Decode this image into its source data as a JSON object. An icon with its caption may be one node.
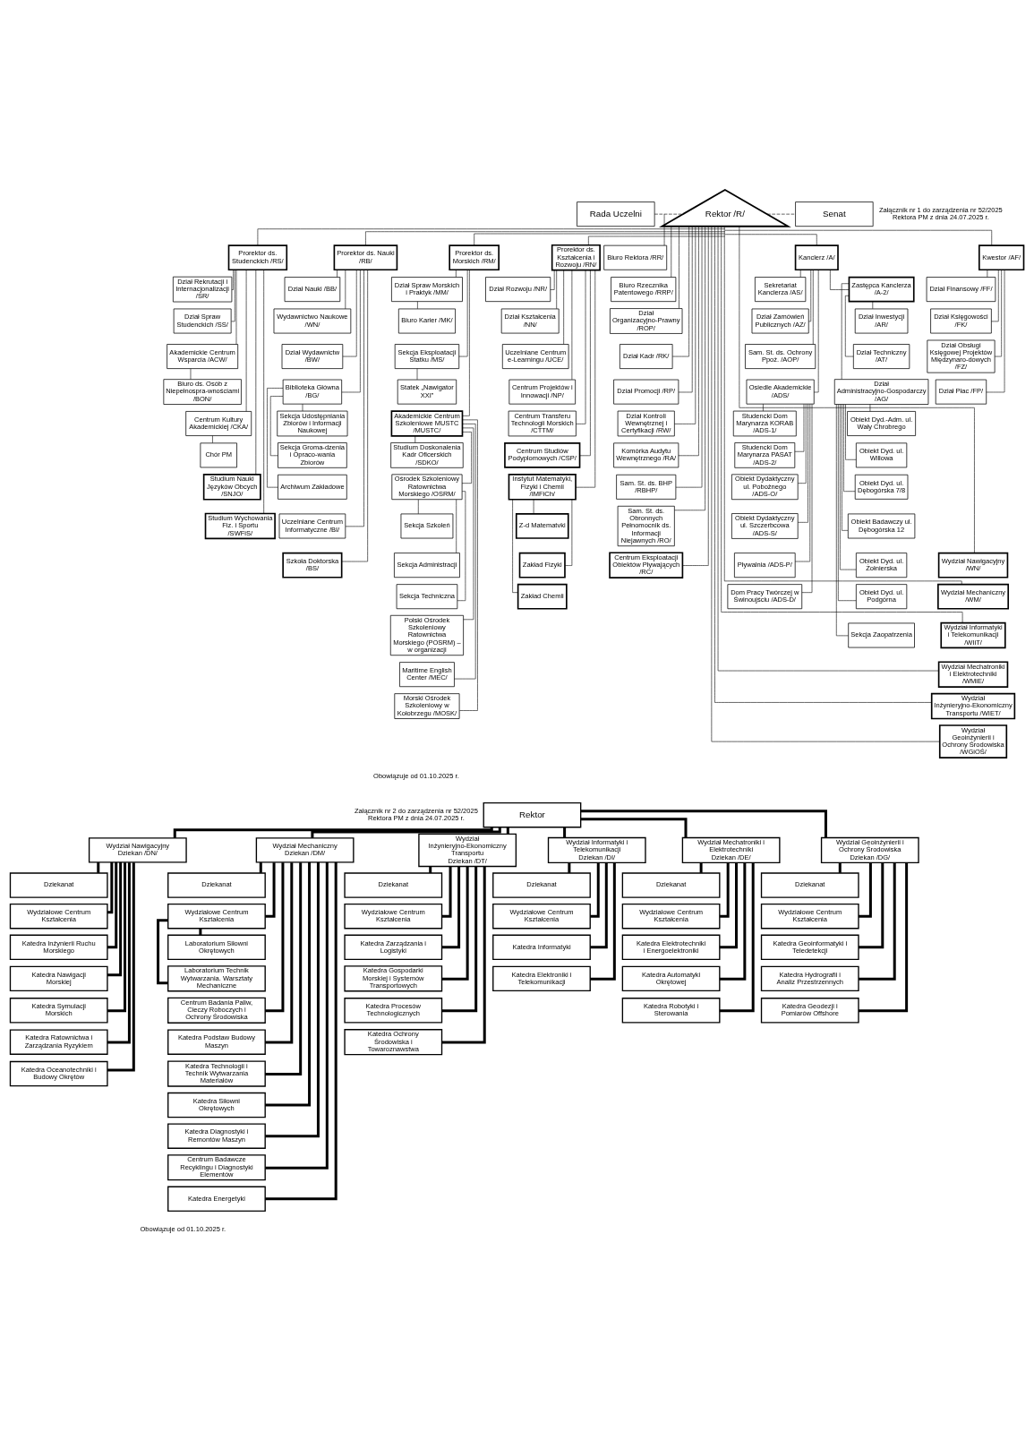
{
  "diagram": {
    "nodes": [
      {
        "text": [
          "Rada Uczelni"
        ]
      },
      {
        "text": [
          "Rektor /R/"
        ]
      },
      {
        "text": [
          "Senat"
        ]
      },
      {
        "text": [
          "Prorektor ds. Studenckich /RS/"
        ]
      },
      {
        "text": [
          "Prorektor ds. Nauki /RB/"
        ]
      },
      {
        "text": [
          "Prorektor ds. Morskich /RM/"
        ]
      },
      {
        "text": [
          "Prorektor ds. Kształcenia i Rozwoju /RN/"
        ]
      },
      {
        "text": [
          "Dział Rekrutacji i Internacjonalizacji /SR/"
        ]
      },
      {
        "text": [
          "Dział Spraw Studenckich /SS/"
        ]
      },
      {
        "text": [
          "Akademickie Centrum Wsparcia /ACW/"
        ]
      },
      {
        "text": [
          "Biuro ds. Osób z Niepełnospra-wnościami /BON/"
        ]
      },
      {
        "text": [
          "Centrum Kultury Akademickiej /CKA/"
        ]
      },
      {
        "text": [
          "Chór PM"
        ]
      },
      {
        "text": [
          "Studium Nauki Języków Obcych /SNJO/"
        ]
      },
      {
        "text": [
          "Studium Wychowania Fiz. i Sportu /SWFiS/"
        ]
      },
      {
        "text": [
          "Dział Nauki /BB/"
        ]
      },
      {
        "text": [
          "Wydawnictwo Naukowe /WN/"
        ]
      },
      {
        "text": [
          "Dział Wydawnictw /BW/"
        ]
      },
      {
        "text": [
          "Biblioteka Główna /BG/"
        ]
      },
      {
        "text": [
          "Sekcja Udostępniania Zbiorów i Informacji Naukowej"
        ]
      },
      {
        "text": [
          "Sekcja Groma-dzenia i Opraco-wania Zbiorów"
        ]
      },
      {
        "text": [
          "Archiwum Zakładowe"
        ]
      },
      {
        "text": [
          "Uczelniane Centrum Informatyczne /BI/"
        ]
      },
      {
        "text": [
          "Szkoła Doktorska /BS/"
        ]
      },
      {
        "text": [
          "Dział Spraw Morskich i Praktyk /MM/"
        ]
      },
      {
        "text": [
          "Biuro Karier /MK/"
        ]
      },
      {
        "text": [
          "Sekcja Eksploatacji Statku /MS/"
        ]
      },
      {
        "text": [
          "Statek „Nawigator XXI”"
        ]
      },
      {
        "text": [
          "Akademickie Centrum Szkoleniowe MUSTC /MUSTC/"
        ]
      },
      {
        "text": [
          "Studium Doskonalenia Kadr Oficerskich /SDKO/"
        ]
      },
      {
        "text": [
          "Ośrodek Szkoleniowy Ratownictwa Morskiego /OSRM/"
        ]
      },
      {
        "text": [
          "Sekcja Szkoleń"
        ]
      },
      {
        "text": [
          "Sekcja Administracji"
        ]
      },
      {
        "text": [
          "Sekcja Techniczna"
        ]
      },
      {
        "text": [
          "Polski Ośrodek Szkoleniowy Ratownictwa Morskiego (POSRM) – w organizacji"
        ]
      },
      {
        "text": [
          "Maritime English Center /MEC/"
        ]
      },
      {
        "text": [
          "Morski Ośrodek Szkoleniowy w Kołobrzegu /MOSK/"
        ]
      },
      {
        "text": [
          "Dział Rozwoju /NR/"
        ]
      },
      {
        "text": [
          "Dział Kształcenia /NN/"
        ]
      },
      {
        "text": [
          "Uczelniane Centrum e-Learningu /UCE/"
        ]
      },
      {
        "text": [
          "Centrum Projektów i Innowacji /NP/"
        ]
      },
      {
        "text": [
          "Centrum Transferu Technologii Morskich /CTTM/"
        ]
      },
      {
        "text": [
          "Centrum Studiów Podyplomowych /CSP/"
        ]
      },
      {
        "text": [
          "Instytut Matematyki, Fizyki i Chemii /IMFiCh/"
        ]
      },
      {
        "text": [
          "Z-d Matematvki"
        ]
      },
      {
        "text": [
          "Zakład Fizyki"
        ]
      },
      {
        "text": [
          "Zakład Chemii"
        ]
      },
      {
        "text": [
          "Biuro Rektora /RR/"
        ]
      },
      {
        "text": [
          "Biuro Rzecznika Patentowego /RRP/"
        ]
      },
      {
        "text": [
          "Dział Organizacyjno-Prawny /ROP/"
        ]
      },
      {
        "text": [
          "Dział Kadr /RK/"
        ]
      },
      {
        "text": [
          "Dział Promocji /RP/"
        ]
      },
      {
        "text": [
          "Dział Kontroli Wewnętrznej i Certyfikacji /RW/"
        ]
      },
      {
        "text": [
          "Komórka Audytu Wewnętrznego /RA/"
        ]
      },
      {
        "text": [
          "Sam. St. ds. BHP /RBHP/"
        ]
      },
      {
        "text": [
          "Sam. St. ds. Obronnych Pełnomocnik ds. Informacji Niejawnych /RO/"
        ]
      },
      {
        "text": [
          "Centrum Eksploatacji Obiektów Pływających /RC/"
        ]
      },
      {
        "text": [
          "Kanclerz /A/"
        ]
      },
      {
        "text": [
          "Kwestor /AF/"
        ]
      },
      {
        "text": [
          "Sekretariat Kanclerza /AS/"
        ]
      },
      {
        "text": [
          "Dział Zamówień Publicznych /AZ/"
        ]
      },
      {
        "text": [
          "Sam. St. ds. Ochrony Ppoż. /AOP/"
        ]
      },
      {
        "text": [
          "Osiedle Akademickie /ADS/"
        ]
      },
      {
        "text": [
          "Studencki Dom Marynarza KORAB /ADS-1/"
        ]
      },
      {
        "text": [
          "Studencki Dom Marynarza PASAT /ADS-2/"
        ]
      },
      {
        "text": [
          "Obiekt Dydaktyczny ul. Pobożnego /ADS-O/"
        ]
      },
      {
        "text": [
          "Obiekt Dydaktyczny ul. Szczerbcowa /ADS-S/"
        ]
      },
      {
        "text": [
          "Pływalnia /ADS-P/"
        ]
      },
      {
        "text": [
          "Dom Pracy Twórczej w Świnoujściu /ADS-D/"
        ]
      },
      {
        "text": [
          "Zastępca Kanclerza /A-2/"
        ]
      },
      {
        "text": [
          "Dział Inwestycji /AR/"
        ]
      },
      {
        "text": [
          "Dział Techniczny /AT/"
        ]
      },
      {
        "text": [
          "Dział Administracyjno-Gospodarczy /AG/"
        ]
      },
      {
        "text": [
          "Obiekt Dyd.-Adm. ul. Wały Chrobrego"
        ]
      },
      {
        "text": [
          "Obiekt Dyd. ul. Willowa"
        ]
      },
      {
        "text": [
          "Obiekt Dyd. ul. Dębogórska 7/8"
        ]
      },
      {
        "text": [
          "Obiekt Badawczy ul. Dębogórska 12"
        ]
      },
      {
        "text": [
          "Obiekt Dyd. ul. Żołnierska"
        ]
      },
      {
        "text": [
          "Obiekt Dyd. ul. Podgórna"
        ]
      },
      {
        "text": [
          "Sekcja Zaopatrzenia"
        ]
      },
      {
        "text": [
          "Dział Finansowy /FF/"
        ]
      },
      {
        "text": [
          "Dział Księgowości /FK/"
        ]
      },
      {
        "text": [
          "Dział Obsługi Księgowej Projektów Międzynaro-dowych /FZ/"
        ]
      },
      {
        "text": [
          "Dział Płac /FP/"
        ]
      },
      {
        "text": [
          "Wydział Nawigacyjny /WN/"
        ]
      },
      {
        "text": [
          "Wydział Mechaniczny /WM/"
        ]
      },
      {
        "text": [
          "Wydział Informatyki i Telekomunikacji /WIiT/"
        ]
      },
      {
        "text": [
          "Wydział Mechatroniki i Elektrotechniki /WMiE/"
        ]
      },
      {
        "text": [
          "Wydział Inżynieryjno-Ekonomiczny Transportu /WIET/"
        ]
      },
      {
        "text": [
          "Wydział Geoinżynierii i Ochrony Środowiska /WGiOŚ/"
        ]
      },
      {
        "text": [
          "Rektor"
        ]
      },
      {
        "text": [
          "Wydział Nawigacyjny",
          "Dziekan /DN/"
        ]
      },
      {
        "text": [
          "Dziekanat"
        ]
      },
      {
        "text": [
          "Wydziałowe Centrum Kształcenia"
        ]
      },
      {
        "text": [
          "Katedra Inżynierii Ruchu Morskiego"
        ]
      },
      {
        "text": [
          "Katedra Nawigacji Morskiej"
        ]
      },
      {
        "text": [
          "Katedra Symulacji Morskich"
        ]
      },
      {
        "text": [
          "Katedra Ratownictwa i Zarządzania Ryzykiem"
        ]
      },
      {
        "text": [
          "Katedra Oceanotechniki i Budowy Okrętów"
        ]
      },
      {
        "text": [
          "Wydział Mechaniczny",
          "Dziekan /DM/"
        ]
      },
      {
        "text": [
          "Dziekanat"
        ]
      },
      {
        "text": [
          "Wydziałowe Centrum Kształcenia"
        ]
      },
      {
        "text": [
          "Laboratorium Siłowni Okrętowych"
        ]
      },
      {
        "text": [
          "Laboratorium Technik Wytwarzania. Warsztaty Mechaniczne"
        ]
      },
      {
        "text": [
          "Centrum Badania Paliw, Cieczy Roboczych i Ochrony Środowiska"
        ]
      },
      {
        "text": [
          "Katedra Podstaw Budowy Maszyn"
        ]
      },
      {
        "text": [
          "Katedra Technologii i Technik Wytwarzania Materiałów"
        ]
      },
      {
        "text": [
          "Katedra Siłowni Okrętowych"
        ]
      },
      {
        "text": [
          "Katedra Diagnostyki i Remontów Maszyn"
        ]
      },
      {
        "text": [
          "Centrum Badawcze Recyklingu i Diagnostyki Elementów"
        ]
      },
      {
        "text": [
          "Katedra Energetyki"
        ]
      },
      {
        "text": [
          "Wydział Inżynieryjno-Ekonomiczny Transportu",
          "Dziekan /DT/"
        ]
      },
      {
        "text": [
          "Dziekanat"
        ]
      },
      {
        "text": [
          "Wydziałowe Centrum Kształcenia"
        ]
      },
      {
        "text": [
          "Katedra Zarządzania i Logistyki"
        ]
      },
      {
        "text": [
          "Katedra Gospodarki Morskiej i Systemów Transportowych"
        ]
      },
      {
        "text": [
          "Katedra Procesów Technologicznych"
        ]
      },
      {
        "text": [
          "Katedra Ochrony Środowiska i Towaroznawstwa"
        ]
      },
      {
        "text": [
          "Wydział Informatyki i Telekomunikacji",
          "Dziekan /DI/"
        ]
      },
      {
        "text": [
          "Dziekanat"
        ]
      },
      {
        "text": [
          "Wydziałowe Centrum Kształcenia"
        ]
      },
      {
        "text": [
          "Katedra Informatyki"
        ]
      },
      {
        "text": [
          "Katedra Elektroniki i Telekomunikacji"
        ]
      },
      {
        "text": [
          "Wydział Mechatroniki i Elektrotechniki",
          "Dziekan /DE/"
        ]
      },
      {
        "text": [
          "Dziekanat"
        ]
      },
      {
        "text": [
          "Wydziałowe Centrum Kształcenia"
        ]
      },
      {
        "text": [
          "Katedra Elektrotechniki i Energoelektroniki"
        ]
      },
      {
        "text": [
          "Katedra Automatyki Okrętowej"
        ]
      },
      {
        "text": [
          "Katedra Robotyki i Sterowania"
        ]
      },
      {
        "text": [
          "Wydział Geoinżynierii i Ochrony Środowiska",
          "Dziekan /DG/"
        ]
      },
      {
        "text": [
          "Dziekanat"
        ]
      },
      {
        "text": [
          "Wydziałowe Centrum Kształcenia"
        ]
      },
      {
        "text": [
          "Katedra Geoinformatyki i Teledetekcji"
        ]
      },
      {
        "text": [
          "Katedra Hydrografii i Analiz Przestrzennych"
        ]
      },
      {
        "text": [
          "Katedra Geodezji i Pomiarów Offshore"
        ]
      }
    ],
    "edges": [
      {
        "from": 0,
        "to": 1,
        "arrow": "none",
        "style": "dashed"
      },
      {
        "from": 1,
        "to": 2,
        "arrow": "none",
        "style": "dashed"
      },
      {
        "from": 1,
        "to": 3,
        "arrow": "none"
      },
      {
        "from": 1,
        "to": 4,
        "arrow": "none"
      },
      {
        "from": 1,
        "to": 5,
        "arrow": "none"
      },
      {
        "from": 1,
        "to": 6,
        "arrow": "none"
      },
      {
        "from": 1,
        "to": 47,
        "arrow": "none"
      },
      {
        "from": 1,
        "to": 48,
        "arrow": "none"
      },
      {
        "from": 1,
        "to": 49,
        "arrow": "none"
      },
      {
        "from": 1,
        "to": 50,
        "arrow": "none"
      },
      {
        "from": 1,
        "to": 51,
        "arrow": "none"
      },
      {
        "from": 1,
        "to": 52,
        "arrow": "none"
      },
      {
        "from": 1,
        "to": 53,
        "arrow": "none"
      },
      {
        "from": 1,
        "to": 54,
        "arrow": "none"
      },
      {
        "from": 1,
        "to": 55,
        "arrow": "none"
      },
      {
        "from": 1,
        "to": 56,
        "arrow": "none"
      },
      {
        "from": 1,
        "to": 57,
        "arrow": "none"
      },
      {
        "from": 1,
        "to": 58,
        "arrow": "none"
      },
      {
        "from": 1,
        "to": 84,
        "arrow": "none"
      },
      {
        "from": 1,
        "to": 85,
        "arrow": "none"
      },
      {
        "from": 1,
        "to": 86,
        "arrow": "none"
      },
      {
        "from": 1,
        "to": 87,
        "arrow": "none"
      },
      {
        "from": 1,
        "to": 88,
        "arrow": "none"
      },
      {
        "from": 1,
        "to": 89,
        "arrow": "none"
      },
      {
        "from": 3,
        "to": 7,
        "arrow": "none"
      },
      {
        "from": 3,
        "to": 8,
        "arrow": "none"
      },
      {
        "from": 3,
        "to": 9,
        "arrow": "none"
      },
      {
        "from": 9,
        "to": 10,
        "arrow": "none"
      },
      {
        "from": 3,
        "to": 11,
        "arrow": "none"
      },
      {
        "from": 11,
        "to": 12,
        "arrow": "none"
      },
      {
        "from": 3,
        "to": 13,
        "arrow": "none"
      },
      {
        "from": 3,
        "to": 14,
        "arrow": "none"
      },
      {
        "from": 4,
        "to": 15,
        "arrow": "none"
      },
      {
        "from": 4,
        "to": 16,
        "arrow": "none"
      },
      {
        "from": 4,
        "to": 17,
        "arrow": "none"
      },
      {
        "from": 4,
        "to": 18,
        "arrow": "none"
      },
      {
        "from": 18,
        "to": 19,
        "arrow": "none"
      },
      {
        "from": 18,
        "to": 20,
        "arrow": "none"
      },
      {
        "from": 18,
        "to": 21,
        "arrow": "none"
      },
      {
        "from": 4,
        "to": 22,
        "arrow": "none"
      },
      {
        "from": 4,
        "to": 23,
        "arrow": "none"
      },
      {
        "from": 5,
        "to": 24,
        "arrow": "none"
      },
      {
        "from": 24,
        "to": 25,
        "arrow": "none"
      },
      {
        "from": 5,
        "to": 26,
        "arrow": "none"
      },
      {
        "from": 26,
        "to": 27,
        "arrow": "none"
      },
      {
        "from": 5,
        "to": 28,
        "arrow": "none"
      },
      {
        "from": 28,
        "to": 29,
        "arrow": "none"
      },
      {
        "from": 28,
        "to": 30,
        "arrow": "none"
      },
      {
        "from": 30,
        "to": 31,
        "arrow": "none"
      },
      {
        "from": 30,
        "to": 32,
        "arrow": "none"
      },
      {
        "from": 30,
        "to": 33,
        "arrow": "none"
      },
      {
        "from": 28,
        "to": 34,
        "arrow": "none"
      },
      {
        "from": 28,
        "to": 35,
        "arrow": "none"
      },
      {
        "from": 28,
        "to": 36,
        "arrow": "none"
      },
      {
        "from": 6,
        "to": 37,
        "arrow": "none"
      },
      {
        "from": 6,
        "to": 38,
        "arrow": "none"
      },
      {
        "from": 6,
        "to": 39,
        "arrow": "none"
      },
      {
        "from": 6,
        "to": 40,
        "arrow": "none"
      },
      {
        "from": 6,
        "to": 41,
        "arrow": "none"
      },
      {
        "from": 6,
        "to": 42,
        "arrow": "none"
      },
      {
        "from": 6,
        "to": 43,
        "arrow": "none"
      },
      {
        "from": 43,
        "to": 44,
        "arrow": "none"
      },
      {
        "from": 43,
        "to": 45,
        "arrow": "none"
      },
      {
        "from": 43,
        "to": 46,
        "arrow": "none"
      },
      {
        "from": 57,
        "to": 59,
        "arrow": "none"
      },
      {
        "from": 57,
        "to": 60,
        "arrow": "none"
      },
      {
        "from": 57,
        "to": 61,
        "arrow": "none"
      },
      {
        "from": 57,
        "to": 62,
        "arrow": "none"
      },
      {
        "from": 62,
        "to": 63,
        "arrow": "none"
      },
      {
        "from": 62,
        "to": 64,
        "arrow": "none"
      },
      {
        "from": 62,
        "to": 65,
        "arrow": "none"
      },
      {
        "from": 62,
        "to": 66,
        "arrow": "none"
      },
      {
        "from": 62,
        "to": 67,
        "arrow": "none"
      },
      {
        "from": 62,
        "to": 68,
        "arrow": "none"
      },
      {
        "from": 57,
        "to": 69,
        "arrow": "none"
      },
      {
        "from": 69,
        "to": 70,
        "arrow": "none"
      },
      {
        "from": 69,
        "to": 71,
        "arrow": "none"
      },
      {
        "from": 69,
        "to": 72,
        "arrow": "none"
      },
      {
        "from": 72,
        "to": 73,
        "arrow": "none"
      },
      {
        "from": 72,
        "to": 74,
        "arrow": "none"
      },
      {
        "from": 72,
        "to": 75,
        "arrow": "none"
      },
      {
        "from": 72,
        "to": 76,
        "arrow": "none"
      },
      {
        "from": 72,
        "to": 77,
        "arrow": "none"
      },
      {
        "from": 72,
        "to": 78,
        "arrow": "none"
      },
      {
        "from": 72,
        "to": 79,
        "arrow": "none"
      },
      {
        "from": 58,
        "to": 80,
        "arrow": "none"
      },
      {
        "from": 58,
        "to": 81,
        "arrow": "none"
      },
      {
        "from": 58,
        "to": 82,
        "arrow": "none"
      },
      {
        "from": 58,
        "to": 83,
        "arrow": "none"
      },
      {
        "from": 90,
        "to": 91,
        "arrow": "none",
        "style": "thick"
      },
      {
        "from": 90,
        "to": 99,
        "arrow": "none",
        "style": "thick"
      },
      {
        "from": 90,
        "to": 111,
        "arrow": "none",
        "style": "thick"
      },
      {
        "from": 90,
        "to": 118,
        "arrow": "none",
        "style": "thick"
      },
      {
        "from": 90,
        "to": 123,
        "arrow": "none",
        "style": "thick"
      },
      {
        "from": 90,
        "to": 129,
        "arrow": "none",
        "style": "thick"
      },
      {
        "from": 91,
        "to": 92,
        "arrow": "none",
        "style": "thick"
      },
      {
        "from": 91,
        "to": 93,
        "arrow": "none",
        "style": "thick"
      },
      {
        "from": 91,
        "to": 94,
        "arrow": "none",
        "style": "thick"
      },
      {
        "from": 91,
        "to": 95,
        "arrow": "none",
        "style": "thick"
      },
      {
        "from": 91,
        "to": 96,
        "arrow": "none",
        "style": "thick"
      },
      {
        "from": 91,
        "to": 97,
        "arrow": "none",
        "style": "thick"
      },
      {
        "from": 91,
        "to": 98,
        "arrow": "none",
        "style": "thick"
      },
      {
        "from": 99,
        "to": 100,
        "arrow": "none",
        "style": "thick"
      },
      {
        "from": 99,
        "to": 101,
        "arrow": "none",
        "style": "thick"
      },
      {
        "from": 101,
        "to": 102,
        "arrow": "none",
        "style": "thick"
      },
      {
        "from": 101,
        "to": 103,
        "arrow": "none",
        "style": "thick"
      },
      {
        "from": 99,
        "to": 104,
        "arrow": "none",
        "style": "thick"
      },
      {
        "from": 99,
        "to": 105,
        "arrow": "none",
        "style": "thick"
      },
      {
        "from": 99,
        "to": 106,
        "arrow": "none",
        "style": "thick"
      },
      {
        "from": 99,
        "to": 107,
        "arrow": "none",
        "style": "thick"
      },
      {
        "from": 99,
        "to": 108,
        "arrow": "none",
        "style": "thick"
      },
      {
        "from": 99,
        "to": 109,
        "arrow": "none",
        "style": "thick"
      },
      {
        "from": 99,
        "to": 110,
        "arrow": "none",
        "style": "thick"
      },
      {
        "from": 111,
        "to": 112,
        "arrow": "none",
        "style": "thick"
      },
      {
        "from": 111,
        "to": 113,
        "arrow": "none",
        "style": "thick"
      },
      {
        "from": 111,
        "to": 114,
        "arrow": "none",
        "style": "thick"
      },
      {
        "from": 111,
        "to": 115,
        "arrow": "none",
        "style": "thick"
      },
      {
        "from": 111,
        "to": 116,
        "arrow": "none",
        "style": "thick"
      },
      {
        "from": 111,
        "to": 117,
        "arrow": "none",
        "style": "thick"
      },
      {
        "from": 118,
        "to": 119,
        "arrow": "none",
        "style": "thick"
      },
      {
        "from": 118,
        "to": 120,
        "arrow": "none",
        "style": "thick"
      },
      {
        "from": 118,
        "to": 121,
        "arrow": "none",
        "style": "thick"
      },
      {
        "from": 118,
        "to": 122,
        "arrow": "none",
        "style": "thick"
      },
      {
        "from": 123,
        "to": 124,
        "arrow": "none",
        "style": "thick"
      },
      {
        "from": 123,
        "to": 125,
        "arrow": "none",
        "style": "thick"
      },
      {
        "from": 123,
        "to": 126,
        "arrow": "none",
        "style": "thick"
      },
      {
        "from": 123,
        "to": 127,
        "arrow": "none",
        "style": "thick"
      },
      {
        "from": 123,
        "to": 128,
        "arrow": "none",
        "style": "thick"
      },
      {
        "from": 129,
        "to": 130,
        "arrow": "none",
        "style": "thick"
      },
      {
        "from": 129,
        "to": 131,
        "arrow": "none",
        "style": "thick"
      },
      {
        "from": 129,
        "to": 132,
        "arrow": "none",
        "style": "thick"
      },
      {
        "from": 129,
        "to": 133,
        "arrow": "none",
        "style": "thick"
      },
      {
        "from": 129,
        "to": 134,
        "arrow": "none",
        "style": "thick"
      }
    ],
    "labels": [
      "Załącznik nr 1 do zarządzenia nr 52/2025 Rektora PM z dnia 24.07.2025 r.",
      "Obowiązuje od 01.10.2025 r.",
      "Załącznik nr 2 do zarządzenia nr 52/2025 Rektora PM z dnia 24.07.2025 r.",
      "Obowiązuje od 01.10.2025 r."
    ]
  }
}
